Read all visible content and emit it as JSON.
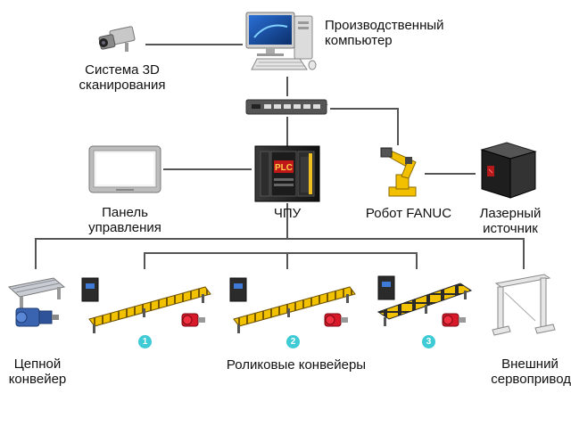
{
  "nodes": {
    "computer": {
      "label_line1": "Производственный",
      "label_line2": "компьютер"
    },
    "scanner": {
      "label_line1": "Система 3D",
      "label_line2": "сканирования"
    },
    "panel": {
      "label_line1": "Панель",
      "label_line2": "управления"
    },
    "cnc": {
      "label": "ЧПУ",
      "screen_text": "PLC"
    },
    "robot": {
      "label": "Робот FANUC"
    },
    "laser": {
      "label_line1": "Лазерный",
      "label_line2": "источник"
    },
    "chain_conveyor": {
      "label_line1": "Цепной",
      "label_line2": "конвейер"
    },
    "roller_conveyors": {
      "label": "Роликовые конвейеры",
      "numbers": [
        "1",
        "2",
        "3"
      ]
    },
    "servo": {
      "label_line1": "Внешний",
      "label_line2": "сервопривод"
    }
  },
  "colors": {
    "line": "#555555",
    "badge": "#3fcbd6",
    "conveyor_yellow": "#f2c200",
    "motor_red": "#d8192a",
    "robot_yellow": "#f3c000"
  }
}
